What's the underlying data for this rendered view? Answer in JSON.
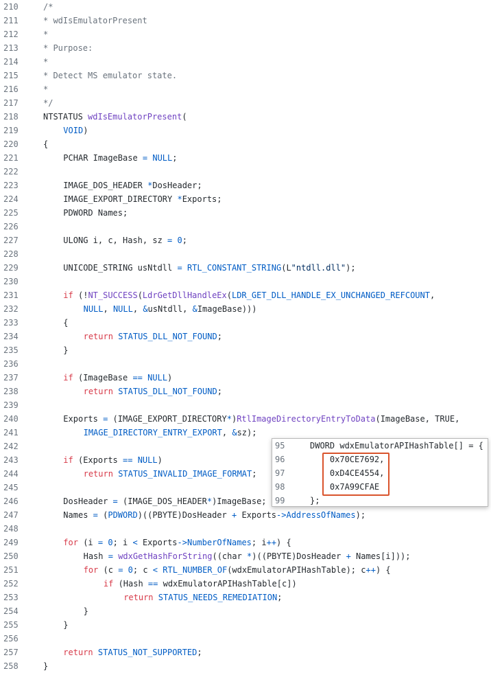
{
  "code": {
    "lines": [
      {
        "n": "210",
        "indent": 0,
        "tokens": [
          {
            "t": "/*",
            "c": "com"
          }
        ]
      },
      {
        "n": "211",
        "indent": 0,
        "tokens": [
          {
            "t": "* wdIsEmulatorPresent",
            "c": "com"
          }
        ]
      },
      {
        "n": "212",
        "indent": 0,
        "tokens": [
          {
            "t": "*",
            "c": "com"
          }
        ]
      },
      {
        "n": "213",
        "indent": 0,
        "tokens": [
          {
            "t": "* Purpose:",
            "c": "com"
          }
        ]
      },
      {
        "n": "214",
        "indent": 0,
        "tokens": [
          {
            "t": "*",
            "c": "com"
          }
        ]
      },
      {
        "n": "215",
        "indent": 0,
        "tokens": [
          {
            "t": "* Detect MS emulator state.",
            "c": "com"
          }
        ]
      },
      {
        "n": "216",
        "indent": 0,
        "tokens": [
          {
            "t": "*",
            "c": "com"
          }
        ]
      },
      {
        "n": "217",
        "indent": 0,
        "tokens": [
          {
            "t": "*/",
            "c": "com"
          }
        ]
      },
      {
        "n": "218",
        "indent": 0,
        "tokens": [
          {
            "t": "NTSTATUS ",
            "c": "pl"
          },
          {
            "t": "wdIsEmulatorPresent",
            "c": "fn"
          },
          {
            "t": "(",
            "c": "pl"
          }
        ]
      },
      {
        "n": "219",
        "indent": 1,
        "tokens": [
          {
            "t": "VOID",
            "c": "kw2"
          },
          {
            "t": ")",
            "c": "pl"
          }
        ]
      },
      {
        "n": "220",
        "indent": 0,
        "tokens": [
          {
            "t": "{",
            "c": "pl"
          }
        ]
      },
      {
        "n": "221",
        "indent": 1,
        "tokens": [
          {
            "t": "PCHAR ImageBase ",
            "c": "pl"
          },
          {
            "t": "=",
            "c": "op"
          },
          {
            "t": " ",
            "c": "pl"
          },
          {
            "t": "NULL",
            "c": "con"
          },
          {
            "t": ";",
            "c": "pl"
          }
        ]
      },
      {
        "n": "222",
        "indent": 0,
        "tokens": []
      },
      {
        "n": "223",
        "indent": 1,
        "tokens": [
          {
            "t": "IMAGE_DOS_HEADER ",
            "c": "pl"
          },
          {
            "t": "*",
            "c": "op"
          },
          {
            "t": "DosHeader;",
            "c": "pl"
          }
        ]
      },
      {
        "n": "224",
        "indent": 1,
        "tokens": [
          {
            "t": "IMAGE_EXPORT_DIRECTORY ",
            "c": "pl"
          },
          {
            "t": "*",
            "c": "op"
          },
          {
            "t": "Exports;",
            "c": "pl"
          }
        ]
      },
      {
        "n": "225",
        "indent": 1,
        "tokens": [
          {
            "t": "PDWORD Names;",
            "c": "pl"
          }
        ]
      },
      {
        "n": "226",
        "indent": 0,
        "tokens": []
      },
      {
        "n": "227",
        "indent": 1,
        "tokens": [
          {
            "t": "ULONG i, c, Hash, sz ",
            "c": "pl"
          },
          {
            "t": "=",
            "c": "op"
          },
          {
            "t": " ",
            "c": "pl"
          },
          {
            "t": "0",
            "c": "con"
          },
          {
            "t": ";",
            "c": "pl"
          }
        ]
      },
      {
        "n": "228",
        "indent": 0,
        "tokens": []
      },
      {
        "n": "229",
        "indent": 1,
        "tokens": [
          {
            "t": "UNICODE_STRING usNtdll ",
            "c": "pl"
          },
          {
            "t": "=",
            "c": "op"
          },
          {
            "t": " ",
            "c": "pl"
          },
          {
            "t": "RTL_CONSTANT_STRING",
            "c": "con"
          },
          {
            "t": "(L",
            "c": "pl"
          },
          {
            "t": "\"ntdll.dll\"",
            "c": "str"
          },
          {
            "t": ");",
            "c": "pl"
          }
        ]
      },
      {
        "n": "230",
        "indent": 0,
        "tokens": []
      },
      {
        "n": "231",
        "indent": 1,
        "tokens": [
          {
            "t": "if",
            "c": "kw"
          },
          {
            "t": " (!",
            "c": "pl"
          },
          {
            "t": "NT_SUCCESS",
            "c": "fn"
          },
          {
            "t": "(",
            "c": "pl"
          },
          {
            "t": "LdrGetDllHandleEx",
            "c": "fn"
          },
          {
            "t": "(",
            "c": "pl"
          },
          {
            "t": "LDR_GET_DLL_HANDLE_EX_UNCHANGED_REFCOUNT",
            "c": "con"
          },
          {
            "t": ",",
            "c": "pl"
          }
        ]
      },
      {
        "n": "232",
        "indent": 2,
        "tokens": [
          {
            "t": "NULL",
            "c": "con"
          },
          {
            "t": ", ",
            "c": "pl"
          },
          {
            "t": "NULL",
            "c": "con"
          },
          {
            "t": ", ",
            "c": "pl"
          },
          {
            "t": "&",
            "c": "op"
          },
          {
            "t": "usNtdll, ",
            "c": "pl"
          },
          {
            "t": "&",
            "c": "op"
          },
          {
            "t": "ImageBase)))",
            "c": "pl"
          }
        ]
      },
      {
        "n": "233",
        "indent": 1,
        "tokens": [
          {
            "t": "{",
            "c": "pl"
          }
        ]
      },
      {
        "n": "234",
        "indent": 2,
        "tokens": [
          {
            "t": "return",
            "c": "kw"
          },
          {
            "t": " ",
            "c": "pl"
          },
          {
            "t": "STATUS_DLL_NOT_FOUND",
            "c": "con"
          },
          {
            "t": ";",
            "c": "pl"
          }
        ]
      },
      {
        "n": "235",
        "indent": 1,
        "tokens": [
          {
            "t": "}",
            "c": "pl"
          }
        ]
      },
      {
        "n": "236",
        "indent": 0,
        "tokens": []
      },
      {
        "n": "237",
        "indent": 1,
        "tokens": [
          {
            "t": "if",
            "c": "kw"
          },
          {
            "t": " (ImageBase ",
            "c": "pl"
          },
          {
            "t": "==",
            "c": "op"
          },
          {
            "t": " ",
            "c": "pl"
          },
          {
            "t": "NULL",
            "c": "con"
          },
          {
            "t": ")",
            "c": "pl"
          }
        ]
      },
      {
        "n": "238",
        "indent": 2,
        "tokens": [
          {
            "t": "return",
            "c": "kw"
          },
          {
            "t": " ",
            "c": "pl"
          },
          {
            "t": "STATUS_DLL_NOT_FOUND",
            "c": "con"
          },
          {
            "t": ";",
            "c": "pl"
          }
        ]
      },
      {
        "n": "239",
        "indent": 0,
        "tokens": []
      },
      {
        "n": "240",
        "indent": 1,
        "tokens": [
          {
            "t": "Exports ",
            "c": "pl"
          },
          {
            "t": "=",
            "c": "op"
          },
          {
            "t": " (IMAGE_EXPORT_DIRECTORY",
            "c": "pl"
          },
          {
            "t": "*",
            "c": "op"
          },
          {
            "t": ")",
            "c": "pl"
          },
          {
            "t": "RtlImageDirectoryEntryToData",
            "c": "fn"
          },
          {
            "t": "(ImageBase, TRUE,",
            "c": "pl"
          }
        ]
      },
      {
        "n": "241",
        "indent": 2,
        "tokens": [
          {
            "t": "IMAGE_DIRECTORY_ENTRY_EXPORT",
            "c": "con"
          },
          {
            "t": ", ",
            "c": "pl"
          },
          {
            "t": "&",
            "c": "op"
          },
          {
            "t": "sz);",
            "c": "pl"
          }
        ]
      },
      {
        "n": "242",
        "indent": 0,
        "tokens": []
      },
      {
        "n": "243",
        "indent": 1,
        "tokens": [
          {
            "t": "if",
            "c": "kw"
          },
          {
            "t": " (Exports ",
            "c": "pl"
          },
          {
            "t": "==",
            "c": "op"
          },
          {
            "t": " ",
            "c": "pl"
          },
          {
            "t": "NULL",
            "c": "con"
          },
          {
            "t": ")",
            "c": "pl"
          }
        ]
      },
      {
        "n": "244",
        "indent": 2,
        "tokens": [
          {
            "t": "return",
            "c": "kw"
          },
          {
            "t": " ",
            "c": "pl"
          },
          {
            "t": "STATUS_INVALID_IMAGE_FORMAT",
            "c": "con"
          },
          {
            "t": ";",
            "c": "pl"
          }
        ]
      },
      {
        "n": "245",
        "indent": 0,
        "tokens": []
      },
      {
        "n": "246",
        "indent": 1,
        "tokens": [
          {
            "t": "DosHeader ",
            "c": "pl"
          },
          {
            "t": "=",
            "c": "op"
          },
          {
            "t": " (IMAGE_DOS_HEADER",
            "c": "pl"
          },
          {
            "t": "*",
            "c": "op"
          },
          {
            "t": ")ImageBase;",
            "c": "pl"
          }
        ]
      },
      {
        "n": "247",
        "indent": 1,
        "tokens": [
          {
            "t": "Names ",
            "c": "pl"
          },
          {
            "t": "=",
            "c": "op"
          },
          {
            "t": " (",
            "c": "pl"
          },
          {
            "t": "PDWORD",
            "c": "con"
          },
          {
            "t": ")((PBYTE)DosHeader ",
            "c": "pl"
          },
          {
            "t": "+",
            "c": "op"
          },
          {
            "t": " Exports",
            "c": "pl"
          },
          {
            "t": "->",
            "c": "op"
          },
          {
            "t": "AddressOfNames",
            "c": "con"
          },
          {
            "t": ");",
            "c": "pl"
          }
        ]
      },
      {
        "n": "248",
        "indent": 0,
        "tokens": []
      },
      {
        "n": "249",
        "indent": 1,
        "tokens": [
          {
            "t": "for",
            "c": "kw"
          },
          {
            "t": " (i ",
            "c": "pl"
          },
          {
            "t": "=",
            "c": "op"
          },
          {
            "t": " ",
            "c": "pl"
          },
          {
            "t": "0",
            "c": "con"
          },
          {
            "t": "; i ",
            "c": "pl"
          },
          {
            "t": "<",
            "c": "op"
          },
          {
            "t": " Exports",
            "c": "pl"
          },
          {
            "t": "->",
            "c": "op"
          },
          {
            "t": "NumberOfNames",
            "c": "con"
          },
          {
            "t": "; i",
            "c": "pl"
          },
          {
            "t": "++",
            "c": "op"
          },
          {
            "t": ") {",
            "c": "pl"
          }
        ]
      },
      {
        "n": "250",
        "indent": 2,
        "tokens": [
          {
            "t": "Hash ",
            "c": "pl"
          },
          {
            "t": "=",
            "c": "op"
          },
          {
            "t": " ",
            "c": "pl"
          },
          {
            "t": "wdxGetHashForString",
            "c": "fn"
          },
          {
            "t": "((char ",
            "c": "pl"
          },
          {
            "t": "*",
            "c": "op"
          },
          {
            "t": ")((PBYTE)DosHeader ",
            "c": "pl"
          },
          {
            "t": "+",
            "c": "op"
          },
          {
            "t": " Names[i]));",
            "c": "pl"
          }
        ]
      },
      {
        "n": "251",
        "indent": 2,
        "tokens": [
          {
            "t": "for",
            "c": "kw"
          },
          {
            "t": " (c ",
            "c": "pl"
          },
          {
            "t": "=",
            "c": "op"
          },
          {
            "t": " ",
            "c": "pl"
          },
          {
            "t": "0",
            "c": "con"
          },
          {
            "t": "; c ",
            "c": "pl"
          },
          {
            "t": "<",
            "c": "op"
          },
          {
            "t": " ",
            "c": "pl"
          },
          {
            "t": "RTL_NUMBER_OF",
            "c": "con"
          },
          {
            "t": "(wdxEmulatorAPIHashTable); c",
            "c": "pl"
          },
          {
            "t": "++",
            "c": "op"
          },
          {
            "t": ") {",
            "c": "pl"
          }
        ]
      },
      {
        "n": "252",
        "indent": 3,
        "tokens": [
          {
            "t": "if",
            "c": "kw"
          },
          {
            "t": " (Hash ",
            "c": "pl"
          },
          {
            "t": "==",
            "c": "op"
          },
          {
            "t": " wdxEmulatorAPIHashTable[c])",
            "c": "pl"
          }
        ]
      },
      {
        "n": "253",
        "indent": 4,
        "tokens": [
          {
            "t": "return",
            "c": "kw"
          },
          {
            "t": " ",
            "c": "pl"
          },
          {
            "t": "STATUS_NEEDS_REMEDIATION",
            "c": "con"
          },
          {
            "t": ";",
            "c": "pl"
          }
        ]
      },
      {
        "n": "254",
        "indent": 2,
        "tokens": [
          {
            "t": "}",
            "c": "pl"
          }
        ]
      },
      {
        "n": "255",
        "indent": 1,
        "tokens": [
          {
            "t": "}",
            "c": "pl"
          }
        ]
      },
      {
        "n": "256",
        "indent": 0,
        "tokens": []
      },
      {
        "n": "257",
        "indent": 1,
        "tokens": [
          {
            "t": "return",
            "c": "kw"
          },
          {
            "t": " ",
            "c": "pl"
          },
          {
            "t": "STATUS_NOT_SUPPORTED",
            "c": "con"
          },
          {
            "t": ";",
            "c": "pl"
          }
        ]
      },
      {
        "n": "258",
        "indent": 0,
        "tokens": [
          {
            "t": "}",
            "c": "pl"
          }
        ]
      }
    ]
  },
  "overlay": {
    "lines": [
      {
        "n": "95",
        "text": "DWORD wdxEmulatorAPIHashTable[] = {"
      },
      {
        "n": "96",
        "text": "    0x70CE7692,"
      },
      {
        "n": "97",
        "text": "    0xD4CE4554,"
      },
      {
        "n": "98",
        "text": "    0x7A99CFAE"
      },
      {
        "n": "99",
        "text": "};"
      }
    ]
  },
  "colors": {
    "comment": "#6a737d",
    "keyword": "#d73a49",
    "function": "#6f42c1",
    "constant": "#005cc5",
    "string": "#032f62",
    "plain": "#24292e",
    "highlight": "#d9532c"
  }
}
